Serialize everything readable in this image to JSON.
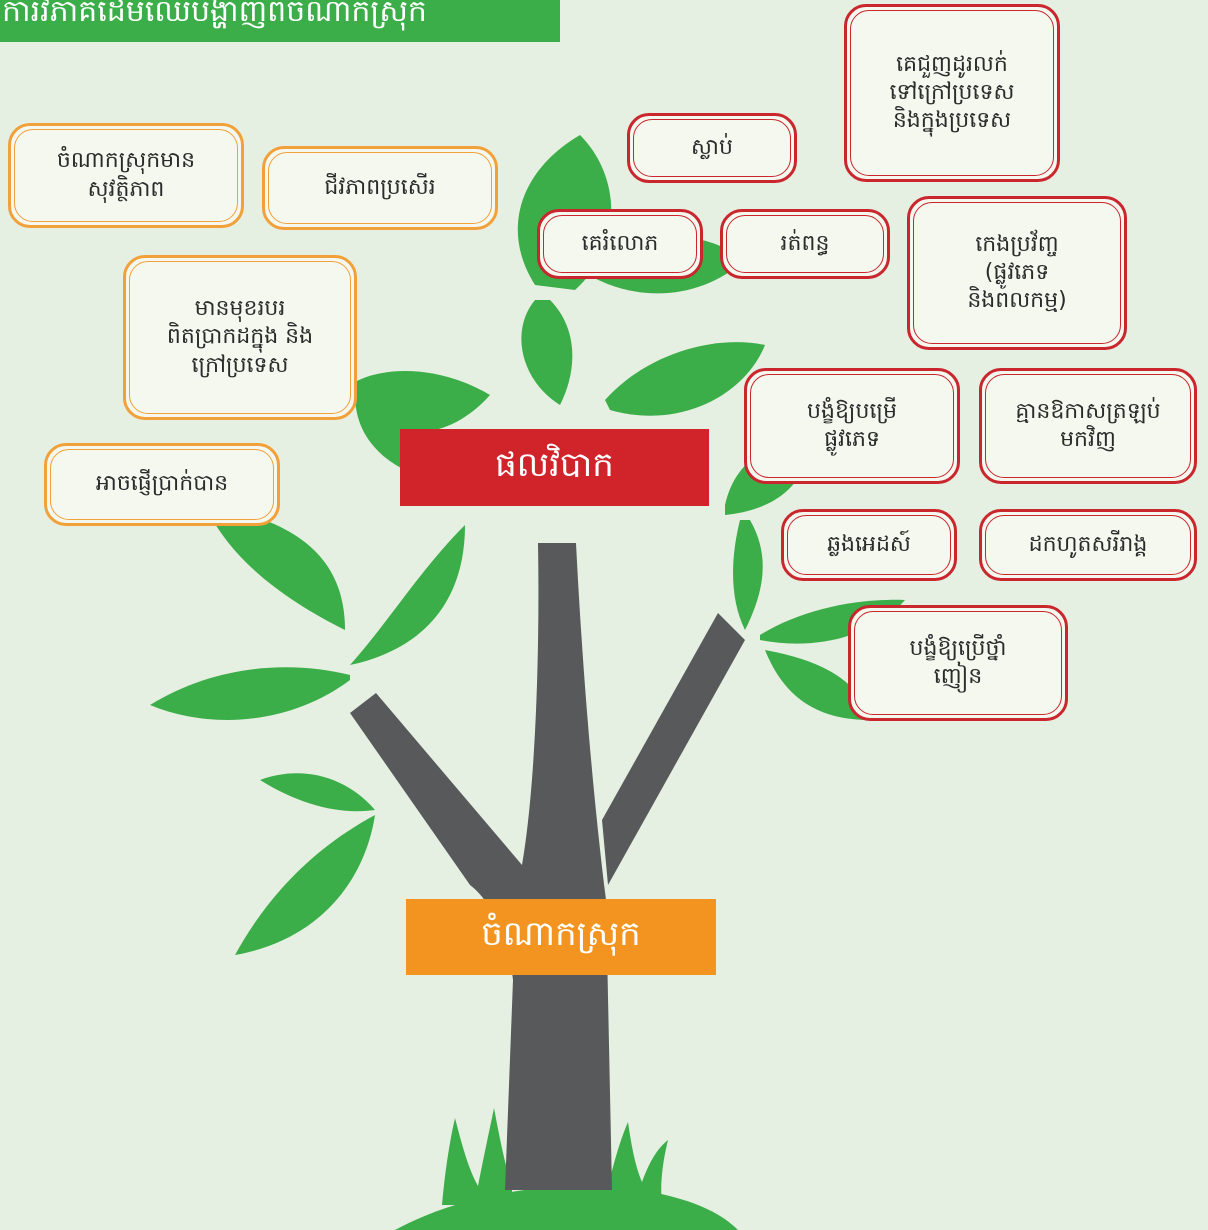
{
  "title": "ការវិភាគដើមឈើបង្ហាញពីចំណាកស្រុក",
  "effects_label": "ផលវិបាក",
  "source_label": "ចំណាកស្រុក",
  "positive_effects": [
    "ចំណាកស្រុកមាន\nសុវត្ថិភាព",
    "ជីវភាពប្រសើរ",
    "មានមុខរបរ\nពិតប្រាកដក្នុង និង\nក្រៅប្រទេស",
    "អាចផ្ញើប្រាក់បាន"
  ],
  "negative_effects": [
    "គេជួញដូរលក់\nទៅក្រៅប្រទេស\nនិងក្នុងប្រទេស",
    "ស្លាប់",
    "គេរំលោភ",
    "រត់ពន្ធ",
    "កេងប្រវ័ញ្ច\n(ផ្លូវភេទ\nនិងពលកម្ម)",
    "បង្ខំឱ្យបម្រើ\nផ្លូវភេទ",
    "គ្មានឱកាសត្រឡប់\nមកវិញ",
    "ឆ្លងអេដស៍",
    "ដកហូតសរីរាង្គ",
    "បង្ខំឱ្យប្រើថ្នាំ\nញៀន"
  ],
  "colors": {
    "background": "#e6f0e2",
    "title_banner": "#3cae49",
    "leaf": "#3cae49",
    "trunk": "#58595b",
    "effects_label": "#d0232a",
    "source_label": "#f39420",
    "positive_border": "#f2a03a",
    "negative_border": "#c9262d"
  }
}
